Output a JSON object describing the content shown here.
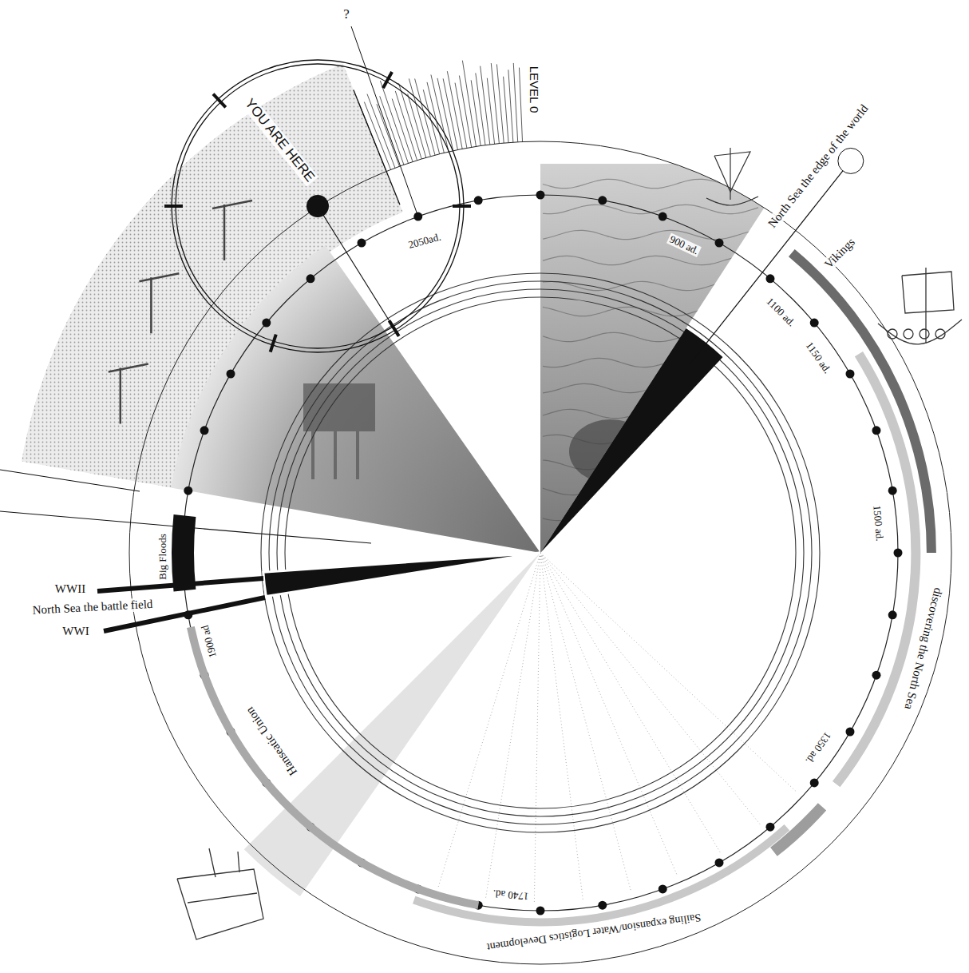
{
  "diagram": {
    "nodes": [
      {
        "text": [
          "YOU ARE HERE"
        ]
      },
      {
        "text": [
          "Vikings"
        ]
      },
      {
        "text": [
          "discovering the North Sea"
        ]
      },
      {
        "text": [
          "Sailing expansion/Water Logistics Development"
        ]
      },
      {
        "text": [
          "Hanseatic Union"
        ]
      },
      {
        "text": [
          "Big Floods"
        ]
      }
    ],
    "labels": [
      "?",
      "LEVEL 0",
      "2050ad.",
      "900 ad.",
      "North Sea the edge of the world",
      "1100 ad.",
      "1150 ad.",
      "1500 ad.",
      "1350 ad.",
      "1740 ad.",
      "1900 ad",
      "WWI",
      "North Sea the battle field",
      "WWII"
    ]
  }
}
